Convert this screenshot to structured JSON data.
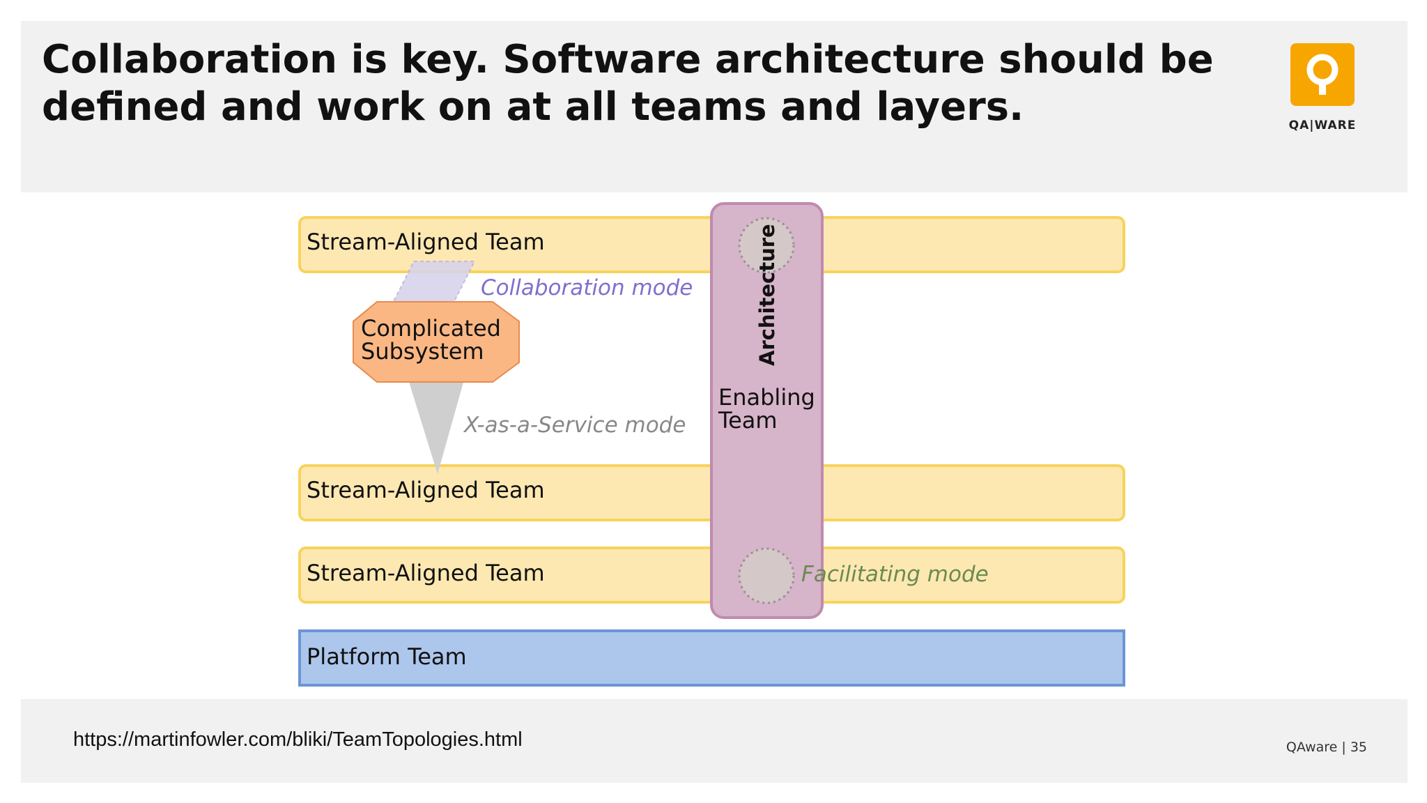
{
  "header": {
    "title": "Collaboration is key. Software architecture should be defined and work on at all teams and layers.",
    "logo_text": "QA|WARE"
  },
  "diagram": {
    "teams": {
      "stream_aligned_1": "Stream-Aligned Team",
      "stream_aligned_2": "Stream-Aligned Team",
      "stream_aligned_3": "Stream-Aligned Team",
      "platform": "Platform Team",
      "complicated_subsystem_line1": "Complicated",
      "complicated_subsystem_line2": "Subsystem",
      "enabling_line1": "Enabling",
      "enabling_line2": "Team"
    },
    "vertical_label": "Architecture",
    "modes": {
      "collaboration": "Collaboration mode",
      "x_as_a_service": "X-as-a-Service mode",
      "facilitating": "Facilitating mode"
    },
    "colors": {
      "stream_aligned_fill": "#fde8b2",
      "stream_aligned_stroke": "#f7d35c",
      "platform_fill": "#adc6ec",
      "platform_stroke": "#6c95d6",
      "enabling_fill": "#d6b4ca",
      "enabling_stroke": "#c08aae",
      "subsystem_fill": "#fab784",
      "subsystem_stroke": "#e68b4e",
      "collaboration_text": "#7f6fce",
      "xaas_text": "#888888",
      "facilitating_text": "#6a8a50"
    }
  },
  "footer": {
    "source": "https://martinfowler.com/bliki/TeamTopologies.html",
    "page": "QAware | 35"
  }
}
